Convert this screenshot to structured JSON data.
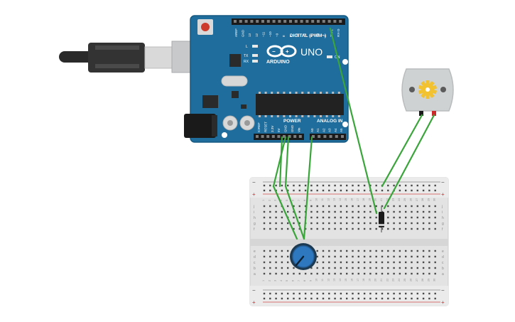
{
  "arduino": {
    "brand": "ARDUINO",
    "model": "UNO",
    "digital_label": "DIGITAL (PWM~)",
    "power_label": "POWER",
    "analog_label": "ANALOG IN",
    "on_label": "ON",
    "led_labels": [
      "L",
      "TX",
      "RX"
    ],
    "top_headers": [
      "AREF",
      "GND",
      "13",
      "12",
      "~11",
      "~10",
      "~9",
      "8",
      "7",
      "~6",
      "~5",
      "4",
      "~3",
      "2",
      "TX>1",
      "RX<0"
    ],
    "power_headers": [
      "IOREF",
      "RESET",
      "3.3V",
      "5V",
      "GND",
      "GND",
      "Vin"
    ],
    "analog_headers": [
      "A0",
      "A1",
      "A2",
      "A3",
      "A4",
      "A5"
    ]
  },
  "breadboard": {
    "rail_minus": "−",
    "rail_plus": "+",
    "row_letters_top": [
      "j",
      "i",
      "h",
      "g",
      "f"
    ],
    "row_letters_bottom": [
      "e",
      "d",
      "c",
      "b",
      "a"
    ],
    "columns": 30
  },
  "components": {
    "usb_cable": "usb-cable",
    "dc_motor": "dc-motor",
    "potentiometer": "potentiometer",
    "diode": "diode"
  },
  "colors": {
    "board": "#1f6d9c",
    "wire": "#3aa53a",
    "motor_body": "#cfd2d3",
    "gear": "#f2c230",
    "pot_knob": "#2e78c0"
  }
}
